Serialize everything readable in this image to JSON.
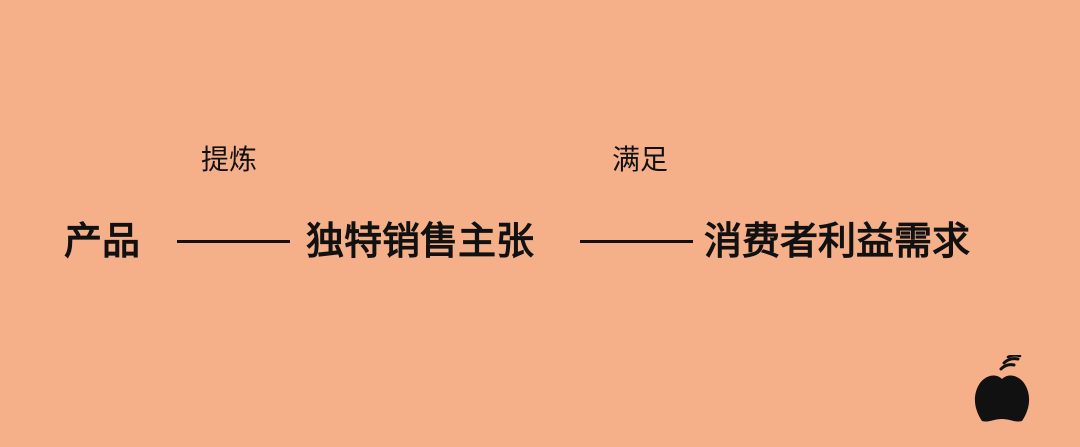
{
  "diagram": {
    "step_labels": {
      "first": "提炼",
      "second": "满足"
    },
    "nodes": {
      "start": "产品",
      "middle": "独特销售主张",
      "end": "消费者利益需求"
    }
  },
  "icons": {
    "logo": "peach-logo-icon"
  },
  "colors": {
    "background": "#f5b08a",
    "ink": "#111111"
  }
}
